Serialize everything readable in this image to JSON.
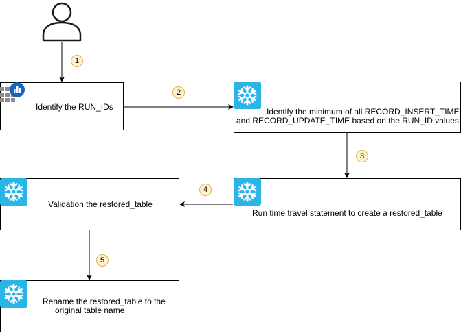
{
  "colors": {
    "line": "#000000",
    "snowflake": "#29b5e8",
    "badge_fill": "#fff2cc",
    "badge_stroke": "#d6b656",
    "bi_blue": "#1565c0",
    "bi_gray": "#8c8c8c"
  },
  "icons": {
    "user": "user-icon",
    "bi_tool": "bi-dashboard-icon",
    "snowflake": "snowflake-icon"
  },
  "steps": [
    {
      "label": "1"
    },
    {
      "label": "2"
    },
    {
      "label": "3"
    },
    {
      "label": "4"
    },
    {
      "label": "5"
    }
  ],
  "nodes": {
    "identify_run_ids": {
      "line1": "Identify the RUN_IDs"
    },
    "identify_minimum": {
      "line1": "Identify the minimum of all RECORD_INSERT_TIME",
      "line2": "and RECORD_UPDATE_TIME based on the RUN_ID values"
    },
    "time_travel": {
      "line1": "Run time travel statement to create a restored_table"
    },
    "validation": {
      "line1": "Validation the restored_table"
    },
    "rename": {
      "line1": "Rename the restored_table to the",
      "line2": "original table name"
    }
  }
}
